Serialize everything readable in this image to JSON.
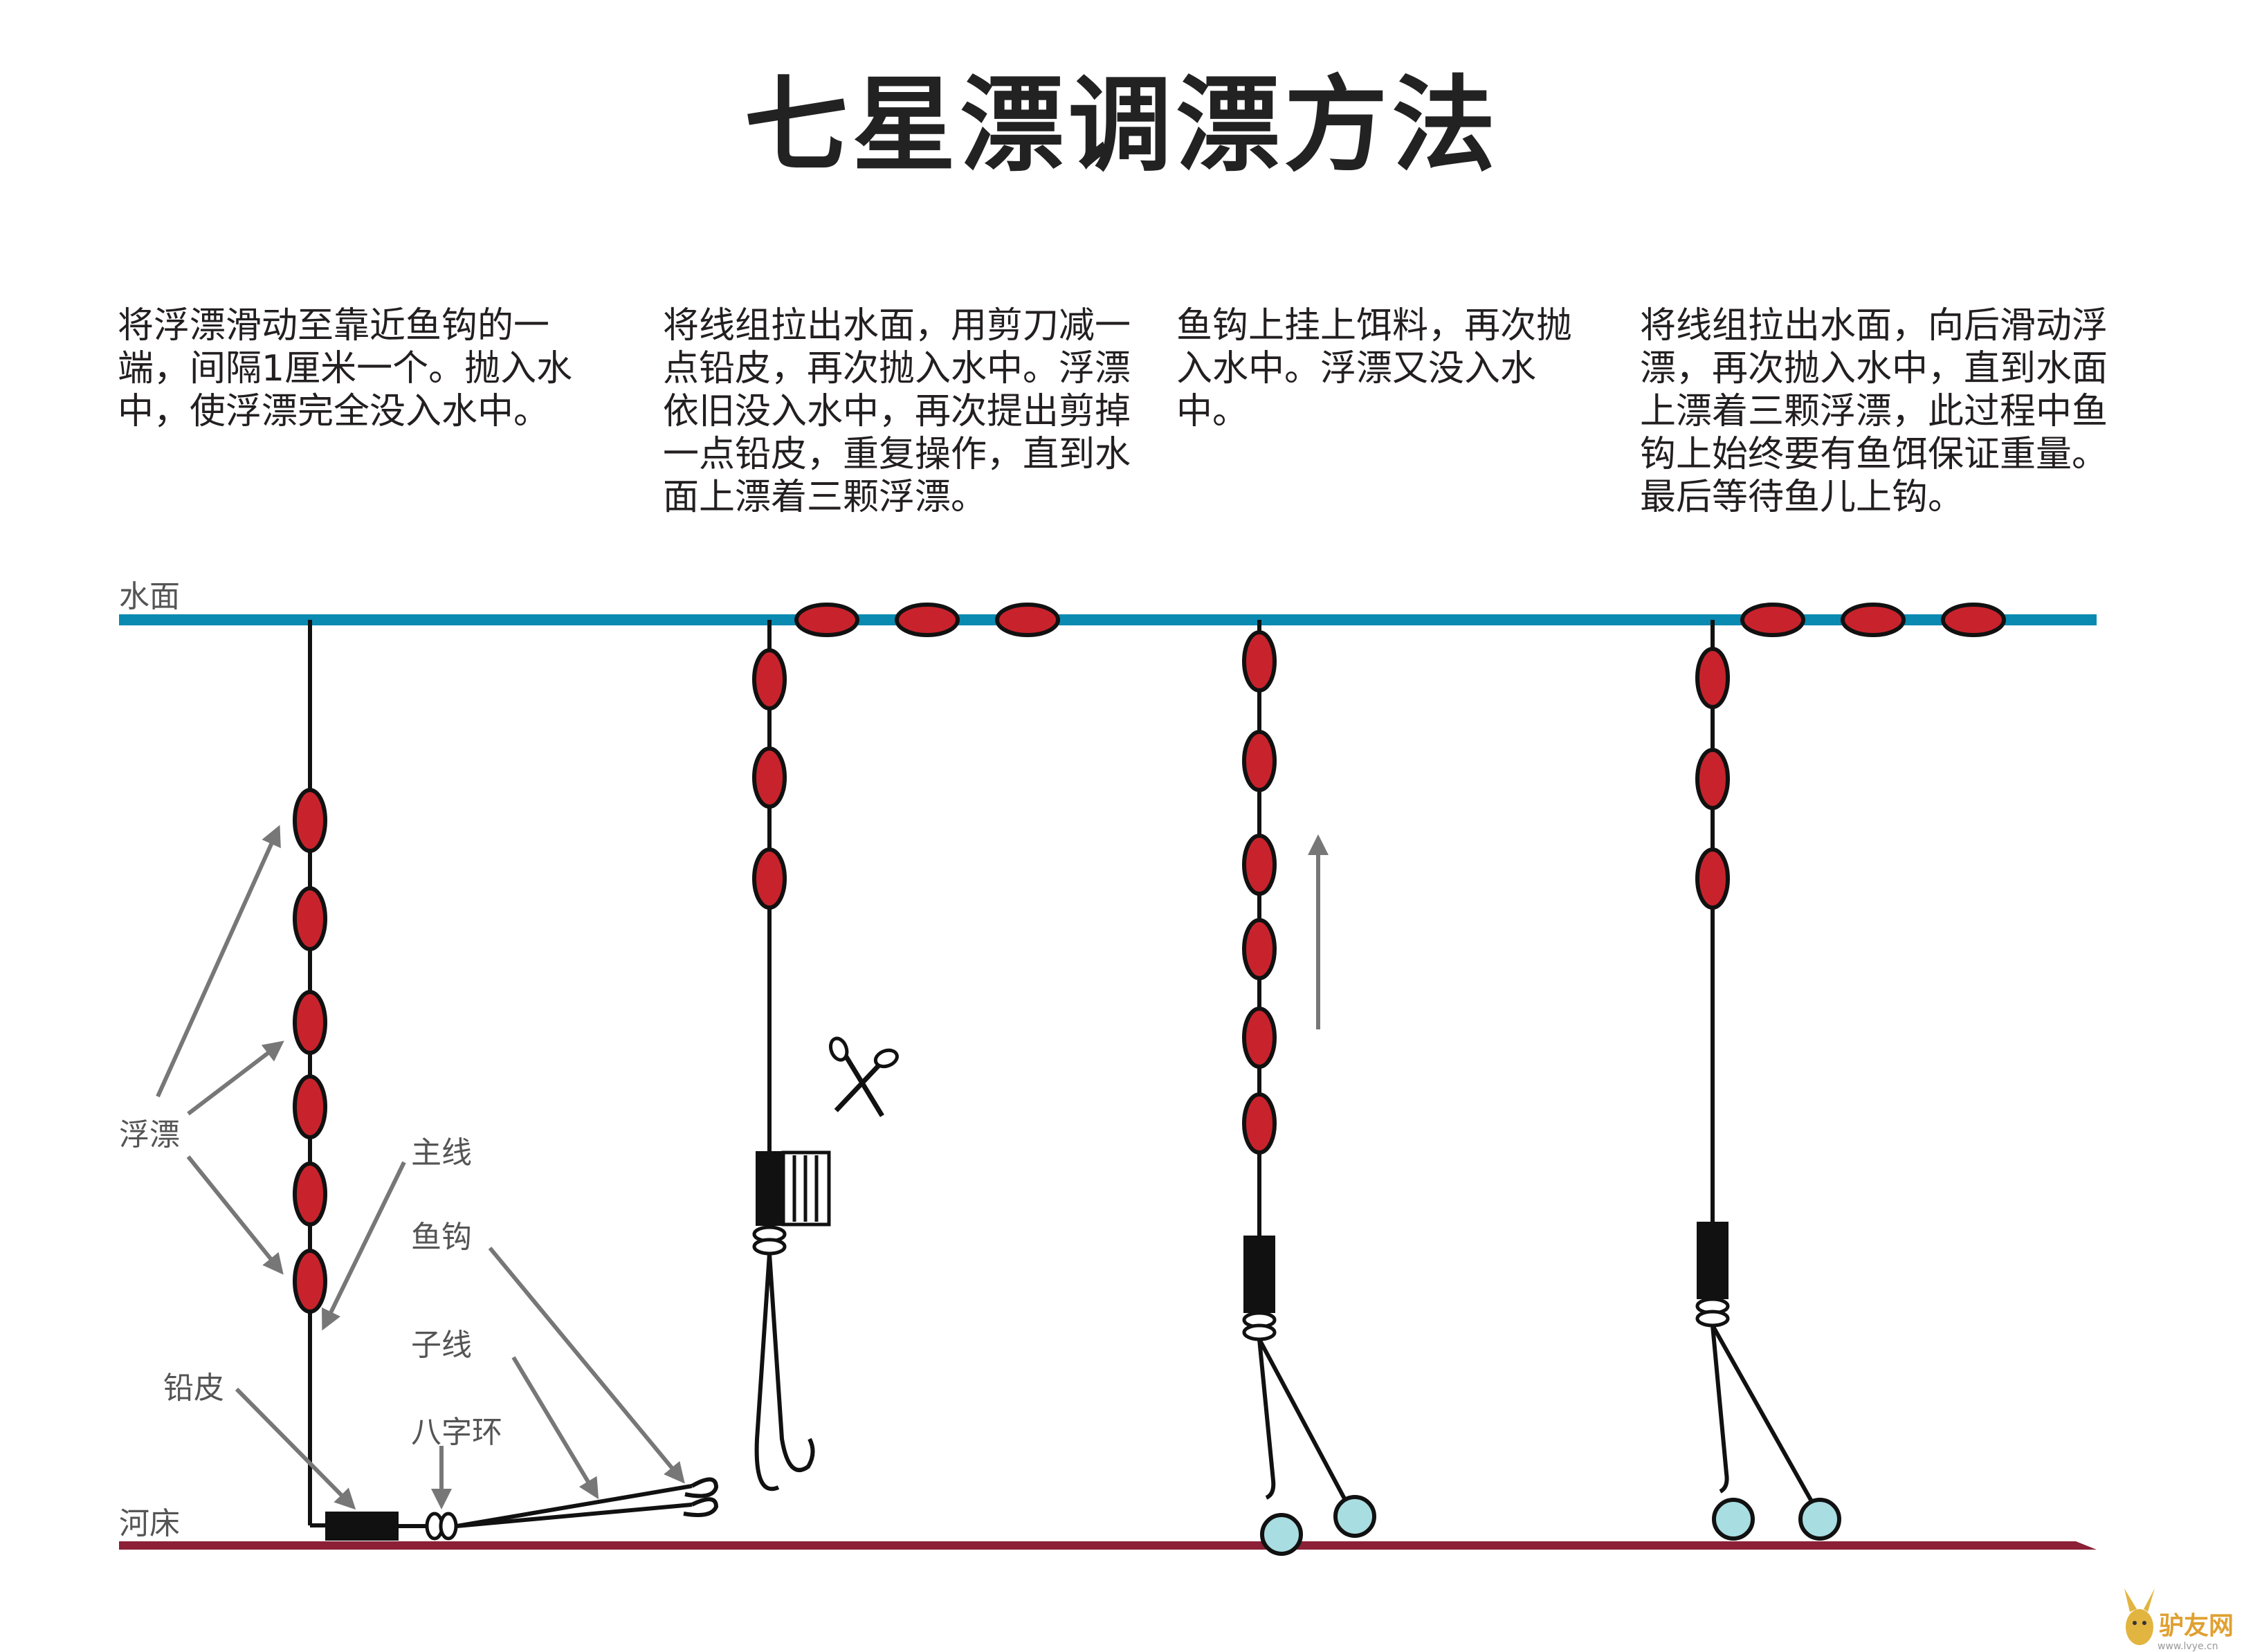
{
  "title": "七星漂调漂方法",
  "steps": [
    "将浮漂滑动至靠近鱼钩的一端，间隔1厘米一个。抛入水中，使浮漂完全没入水中。",
    "将线组拉出水面，用剪刀减一点铅皮，再次抛入水中。浮漂依旧没入水中，再次提出剪掉一点铅皮，重复操作，直到水面上漂着三颗浮漂。",
    "鱼钩上挂上饵料，再次抛入水中。浮漂又没入水中。",
    "将线组拉出水面，向后滑动浮漂，再次抛入水中，直到水面上漂着三颗浮漂，此过程中鱼钩上始终要有鱼饵保证重量。最后等待鱼儿上钩。"
  ],
  "labels": {
    "water_surface": "水面",
    "riverbed": "河床",
    "float": "浮漂",
    "main_line": "主线",
    "hook": "鱼钩",
    "leader_line": "子线",
    "swivel": "八字环",
    "sinker": "铅皮"
  },
  "watermark": {
    "text": "驴友网",
    "url": "www.lvye.cn"
  },
  "colors": {
    "water": "#0a8ab1",
    "riverbed": "#8b2036",
    "float_fill": "#c8232c",
    "bait_fill": "#a8dde1",
    "line": "#111111",
    "pointer": "#777777"
  }
}
